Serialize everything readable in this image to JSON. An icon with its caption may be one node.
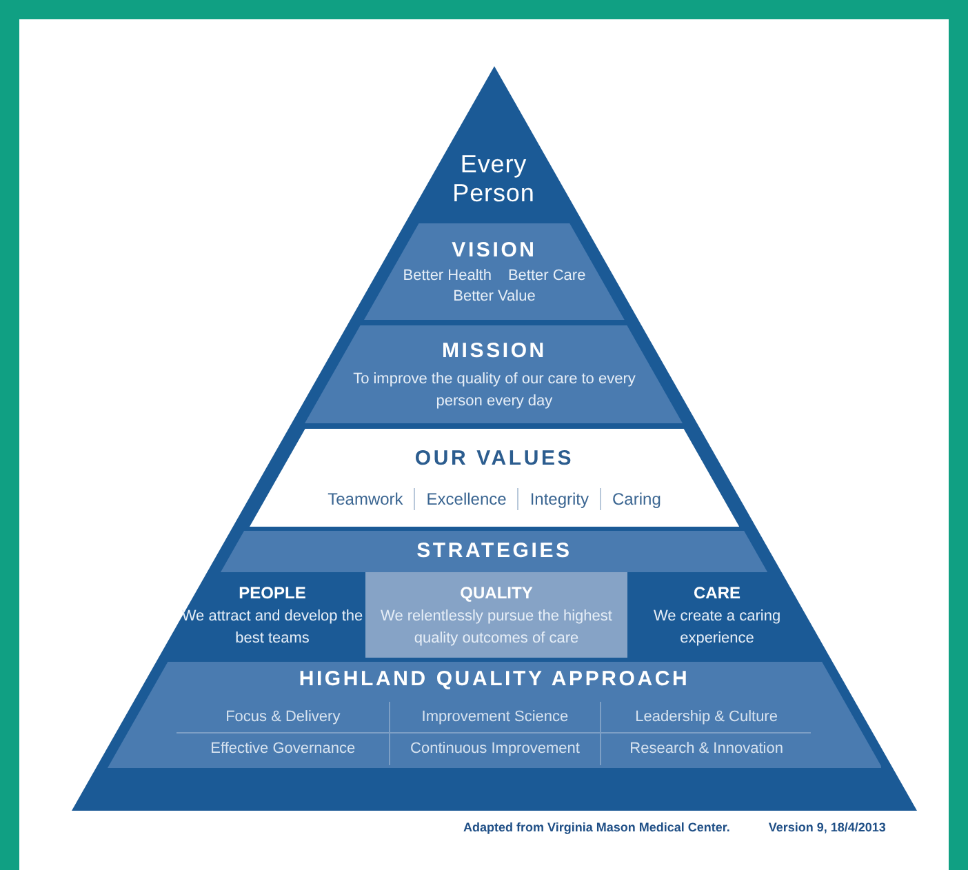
{
  "diagram": {
    "nodes": [
      {
        "text": [],
        "shape": "triangle"
      },
      {
        "text": [
          "Every Person"
        ],
        "in": 0
      },
      {
        "text": [
          "VISION",
          "Better Health",
          "Better Care",
          "Better Value"
        ],
        "in": 0
      },
      {
        "text": [
          "MISSION",
          "To improve the quality of our care to every person every day"
        ],
        "in": 0
      },
      {
        "text": [
          "OUR VALUES",
          "Teamwork",
          "Excellence",
          "Integrity",
          "Caring"
        ],
        "in": 0
      },
      {
        "text": [
          "STRATEGIES"
        ],
        "in": 0
      },
      {
        "text": [
          "PEOPLE",
          "We attract and develop the best teams"
        ],
        "in": 0
      },
      {
        "text": [
          "QUALITY",
          "We relentlessly pursue the highest quality outcomes of care"
        ],
        "in": 0
      },
      {
        "text": [
          "CARE",
          "We create a caring experience"
        ],
        "in": 0
      },
      {
        "text": [
          "HIGHLAND QUALITY APPROACH",
          "Focus & Delivery",
          "Improvement Science",
          "Leadership & Culture",
          "Effective Governance",
          "Continuous Improvement",
          "Research & Innovation"
        ],
        "in": 0
      }
    ],
    "labels": [
      "Adapted from Virginia Mason Medical Center.",
      "Version 9, 18/4/2013"
    ]
  }
}
